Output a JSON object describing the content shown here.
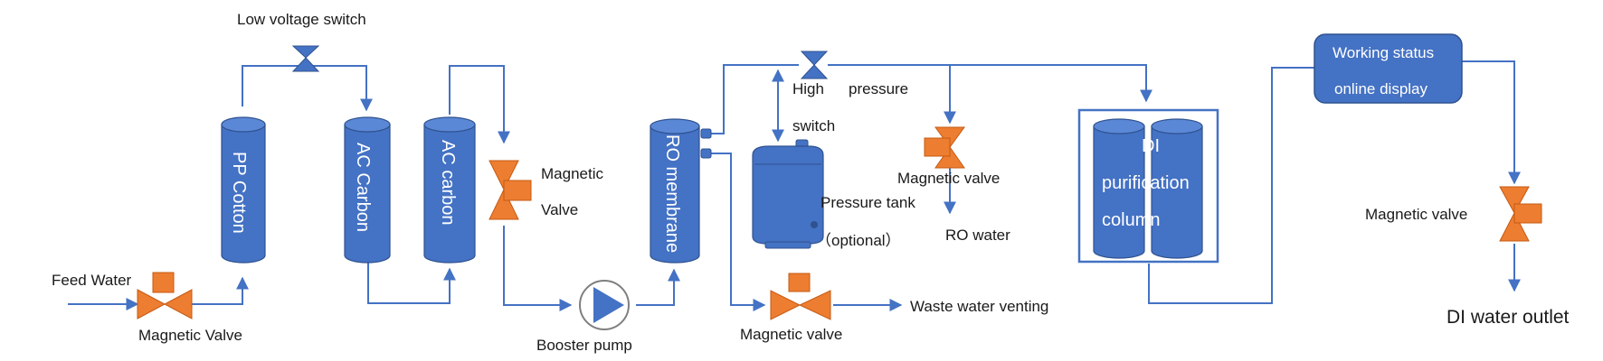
{
  "labels": {
    "low_voltage_switch": "Low voltage switch",
    "feed_water": "Feed Water",
    "magnetic_valve_inlet": "Magnetic Valve",
    "pp_cotton": "PP Cotton",
    "ac_carbon_1": "AC Carbon",
    "ac_carbon_2": "AC carbon",
    "magnetic_valve_mid_1": "Magnetic",
    "magnetic_valve_mid_2": "Valve",
    "booster_pump": "Booster pump",
    "ro_membrane": "RO membrane",
    "high_pressure_1": "High",
    "high_pressure_2": "pressure",
    "high_pressure_3": "switch",
    "pressure_tank": "Pressure tank",
    "optional": "（optional）",
    "magnetic_valve_waste": "Magnetic valve",
    "waste_water_venting": "Waste water venting",
    "magnetic_valve_ro": "Magnetic valve",
    "ro_water": "RO water",
    "di_column_1": "DI",
    "di_column_2": "purification",
    "di_column_3": "column",
    "status_display_1": "Working status",
    "status_display_2": "online display",
    "magnetic_valve_outlet": "Magnetic valve",
    "di_water_outlet": "DI water outlet"
  },
  "colors": {
    "component_blue": "#4472c4",
    "component_blue_dark": "#2f528f",
    "valve_orange": "#ed7d31",
    "pipe_blue": "#4472c4"
  }
}
